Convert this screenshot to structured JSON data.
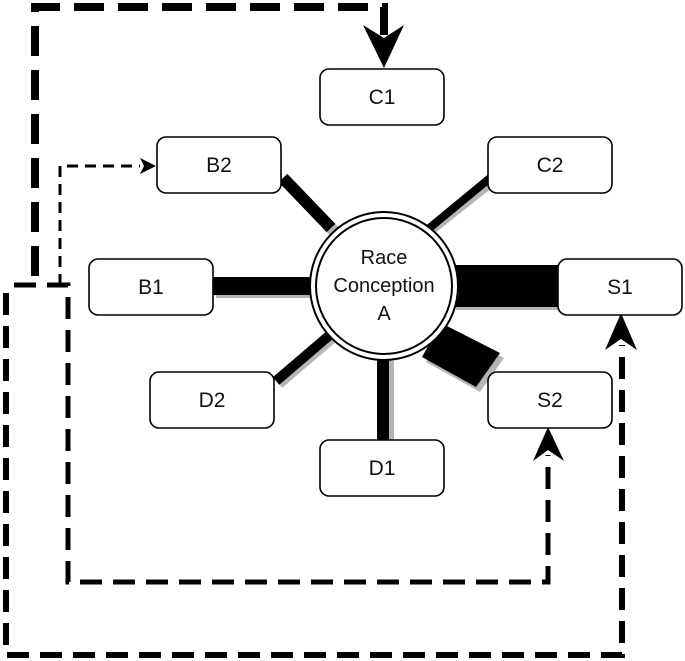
{
  "center": {
    "lines": [
      "Race",
      "Conception",
      "A"
    ]
  },
  "nodes": {
    "c1": "C1",
    "b2": "B2",
    "c2": "C2",
    "b1": "B1",
    "s1": "S1",
    "d2": "D2",
    "s2": "S2",
    "d1": "D1"
  },
  "colors": {
    "line": "#000000",
    "shadow": "#b5b5b5",
    "box_fill": "#ffffff"
  }
}
